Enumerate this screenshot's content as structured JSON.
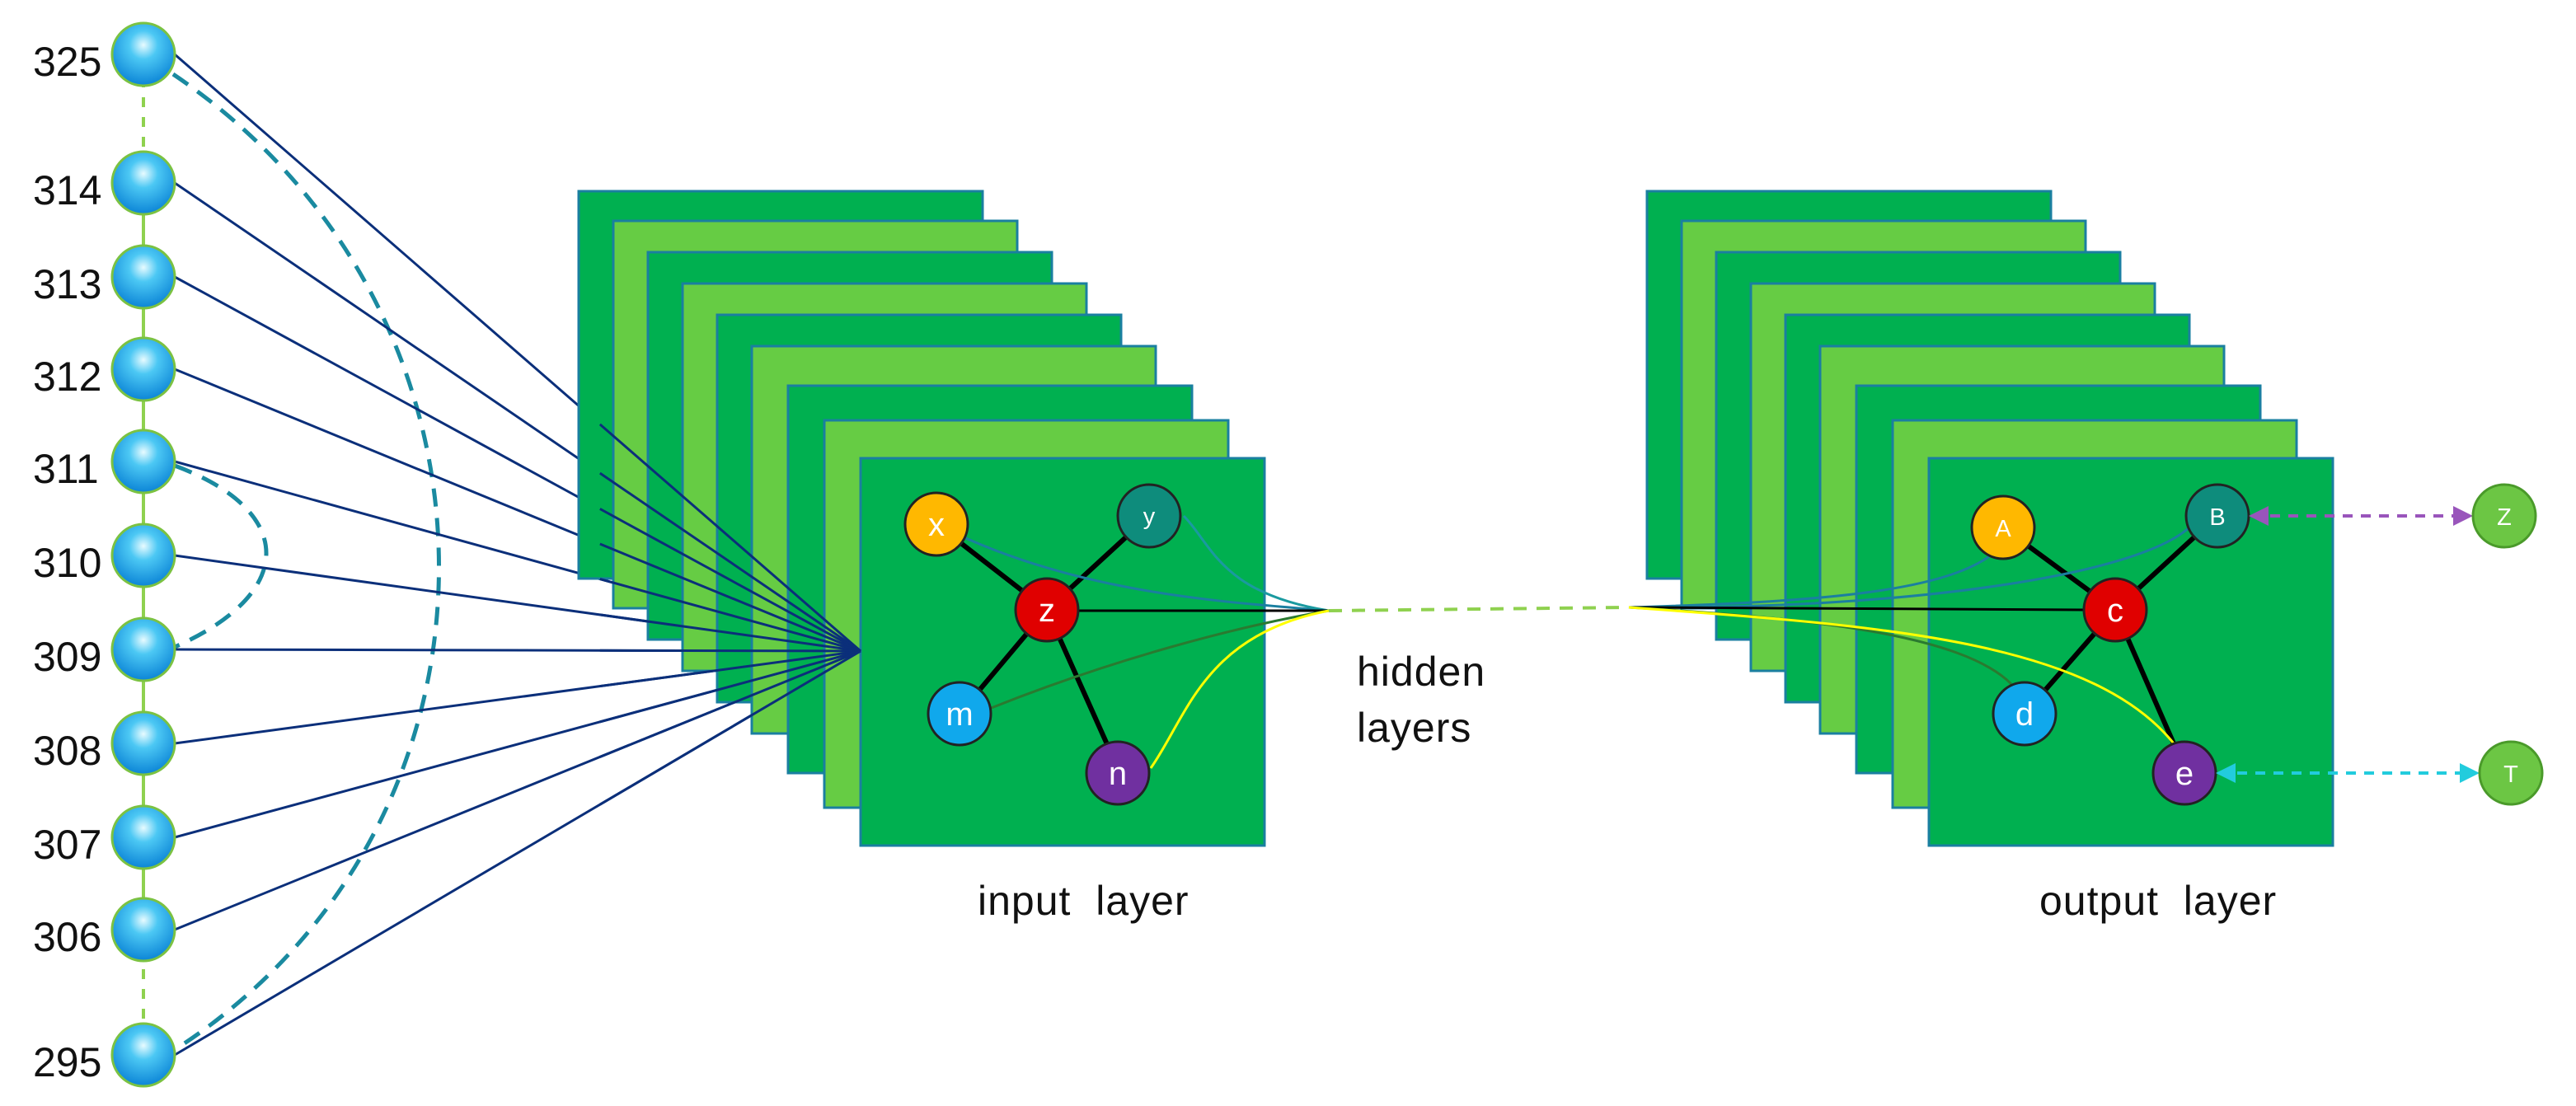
{
  "diagram": {
    "input_levels": [
      "325",
      "314",
      "313",
      "312",
      "311",
      "310",
      "309",
      "308",
      "307",
      "306",
      "295"
    ],
    "hidden_label_line1": "hidden",
    "hidden_label_line2": "layers",
    "input_layer_caption": "input  layer",
    "output_layer_caption": "output  layer",
    "input_graph": {
      "nodes": [
        {
          "id": "x",
          "label": "x",
          "color": "#ffb800"
        },
        {
          "id": "y",
          "label": "y",
          "color": "#0e8c7c"
        },
        {
          "id": "z",
          "label": "z",
          "color": "#e00000"
        },
        {
          "id": "m",
          "label": "m",
          "color": "#10a8ec"
        },
        {
          "id": "n",
          "label": "n",
          "color": "#7030a0"
        }
      ]
    },
    "output_graph": {
      "nodes": [
        {
          "id": "A",
          "label": "A",
          "color": "#ffb800"
        },
        {
          "id": "B",
          "label": "B",
          "color": "#0e8c7c"
        },
        {
          "id": "c",
          "label": "c",
          "color": "#e00000"
        },
        {
          "id": "d",
          "label": "d",
          "color": "#10a8ec"
        },
        {
          "id": "e",
          "label": "e",
          "color": "#7030a0"
        }
      ]
    },
    "targets": [
      {
        "id": "Z",
        "label": "Z",
        "color": "#6cc644",
        "link_color": "#9955bb"
      },
      {
        "id": "T",
        "label": "T",
        "color": "#6cc644",
        "link_color": "#22ccdd"
      }
    ],
    "colors": {
      "layer_dark": "#00b050",
      "layer_light": "#66cc44",
      "connection": "#0b2f7a",
      "dashed": "#1a8aa0",
      "level_node": "#1aa2e6"
    }
  }
}
